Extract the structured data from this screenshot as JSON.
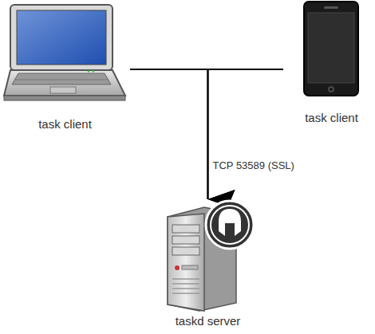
{
  "diagram": {
    "nodes": [
      {
        "text": [
          "task client"
        ]
      },
      {
        "text": [
          "task client"
        ]
      },
      {
        "text": [
          "taskd server"
        ]
      }
    ],
    "edges": [
      {
        "from": 0,
        "to": 2,
        "arrow": "to",
        "label": "TCP 53589 (SSL)"
      },
      {
        "from": 1,
        "to": 2,
        "arrow": "to"
      }
    ]
  }
}
